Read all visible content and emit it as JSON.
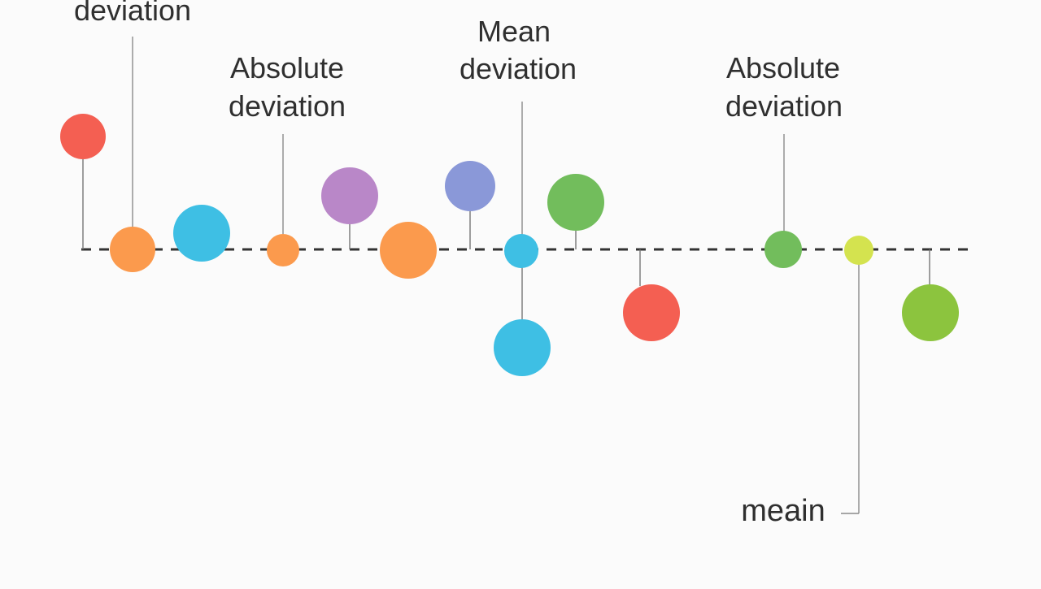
{
  "diagram": {
    "mean_label": "meain",
    "labels": [
      {
        "lines": [
          "deviation"
        ]
      },
      {
        "lines": [
          "Absolute",
          "deviation"
        ]
      },
      {
        "lines": [
          "Mean",
          "deviation"
        ]
      },
      {
        "lines": [
          "Absolute",
          "deviation"
        ]
      }
    ],
    "colors": {
      "red": "#f45f52",
      "orange": "#fb9a4d",
      "blue": "#3ebfe4",
      "purple": "#b987c8",
      "indigo": "#8a98d8",
      "green": "#72bd5c",
      "lime": "#d4e34f",
      "yellowgreen": "#8cc43e"
    }
  }
}
